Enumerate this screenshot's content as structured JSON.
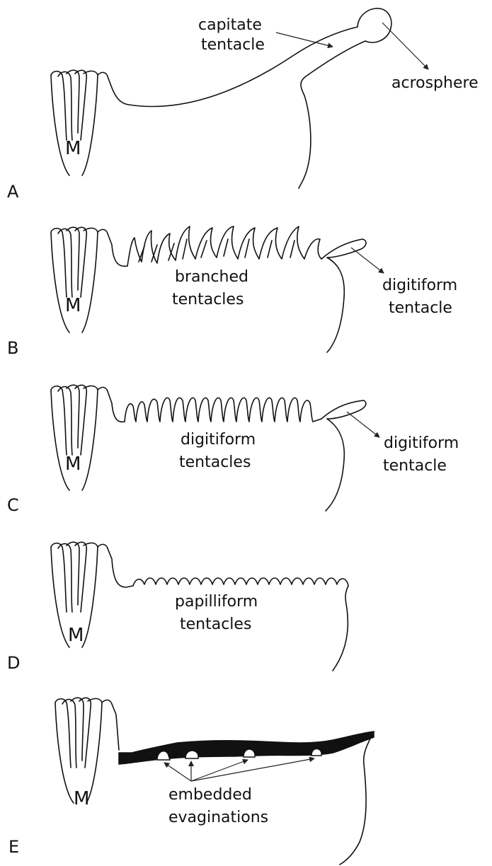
{
  "panels": [
    {
      "id": "A",
      "letter": "A",
      "mouth": "M",
      "labels": [
        "capitate",
        "tentacle",
        "acrosphere"
      ]
    },
    {
      "id": "B",
      "letter": "B",
      "mouth": "M",
      "labels": [
        "branched",
        "tentacles",
        "digitiform",
        "tentacle"
      ]
    },
    {
      "id": "C",
      "letter": "C",
      "mouth": "M",
      "labels": [
        "digitiform",
        "tentacles",
        "digitiform",
        "tentacle"
      ]
    },
    {
      "id": "D",
      "letter": "D",
      "mouth": "M",
      "labels": [
        "papilliform",
        "tentacles"
      ]
    },
    {
      "id": "E",
      "letter": "E",
      "mouth": "M",
      "labels": [
        "embedded",
        "evaginations"
      ]
    }
  ]
}
